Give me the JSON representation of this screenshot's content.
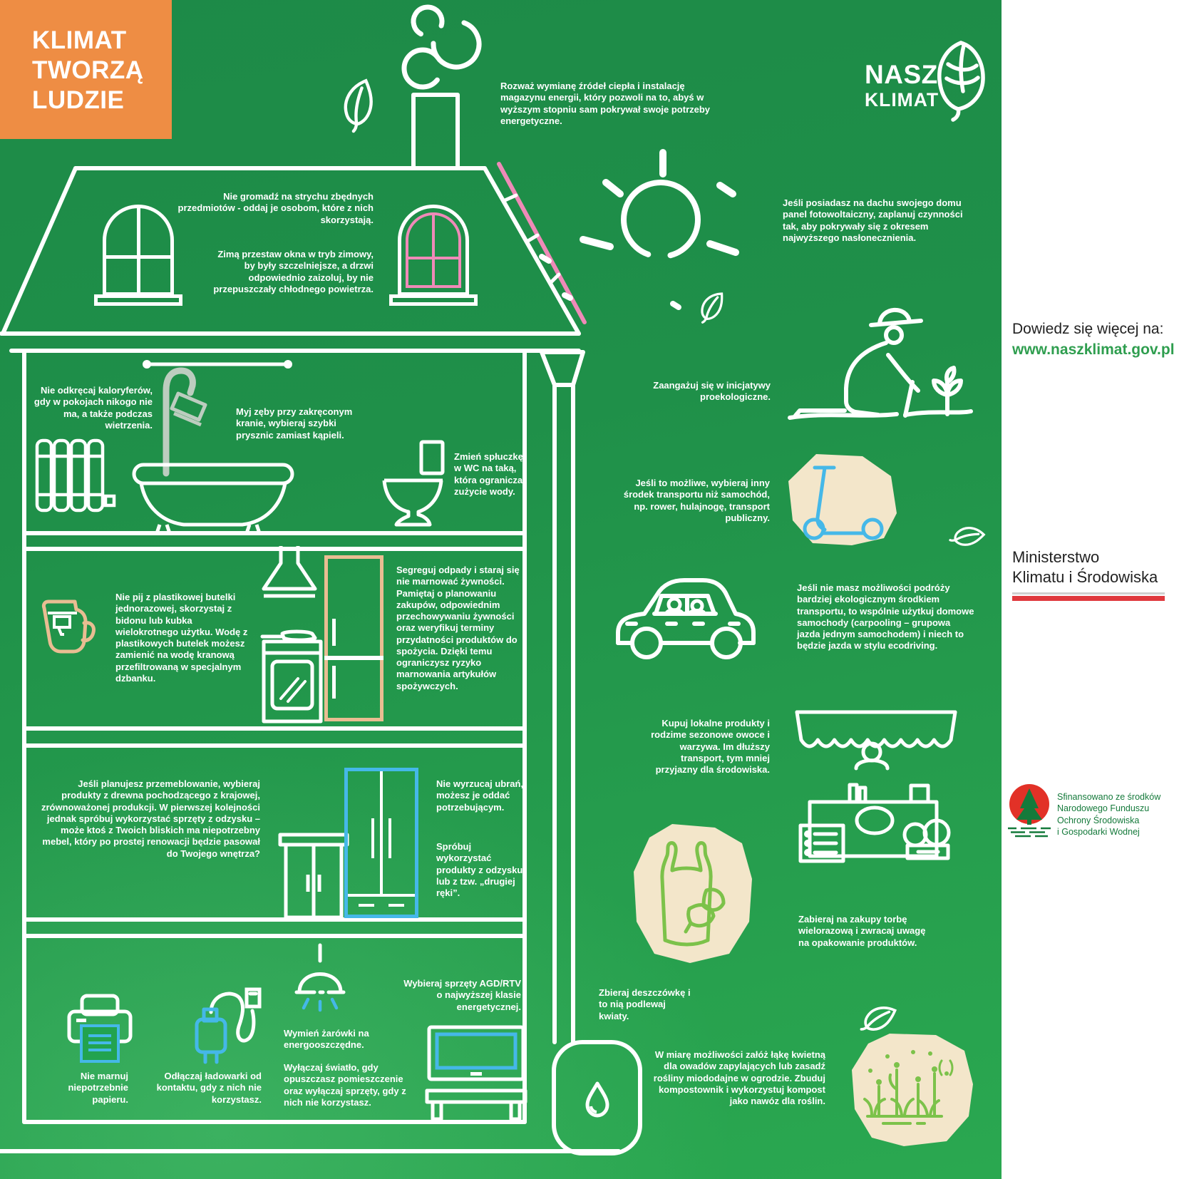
{
  "badge": {
    "lines": [
      "KLIMAT",
      "TWORZĄ",
      "LUDZIE"
    ]
  },
  "brand": {
    "name_top": "NASZ",
    "name_bottom": "KLIMAT"
  },
  "sidebar": {
    "more_label": "Dowiedz się więcej na:",
    "url": "www.naszklimat.gov.pl",
    "ministry_lines": [
      "Ministerstwo",
      "Klimatu i Środowiska"
    ],
    "funding_lines": [
      "Sfinansowano ze środków",
      "Narodowego Funduszu",
      "Ochrony Środowiska",
      "i Gospodarki Wodnej"
    ]
  },
  "tips": {
    "heat_source": "Rozważ wymianę źródeł ciepła i instalację magazynu energii, który pozwoli na to, abyś w wyższym stopniu sam pokrywał swoje potrzeby energetyczne.",
    "attic": "Nie gromadź na strychu zbędnych przedmiotów - oddaj je osobom, które z nich skorzystają.",
    "windows_winter": "Zimą przestaw okna w tryb zimowy, by były szczelniejsze, a drzwi odpowiednio zaizoluj, by nie przepuszczały chłodnego powietrza.",
    "solar_panel": "Jeśli posiadasz na dachu swojego domu panel fotowoltaiczny, zaplanuj czynności tak, aby pokrywały się z okresem najwyższego nasłonecznienia.",
    "radiators": "Nie odkręcaj kaloryferów, gdy w pokojach nikogo nie ma, a także podczas wietrzenia.",
    "teeth": "Myj zęby przy zakręconym kranie, wybieraj szybki prysznic zamiast kąpieli.",
    "toilet": "Zmień spłuczkę w WC na taką, która ogranicza zużycie wody.",
    "eco_initiatives": "Zaangażuj się w inicjatywy proekologiczne.",
    "transport_alt": "Jeśli to możliwe, wybieraj inny środek transportu niż samochód, np. rower, hulajnogę, transport publiczny.",
    "bottle": "Nie pij z plastikowej butelki jednorazowej, skorzystaj z bidonu lub kubka wielokrotnego użytku. Wodę z plastikowych butelek możesz zamienić na wodę kranową przefiltrowaną w specjalnym dzbanku.",
    "waste": "Segreguj odpady i staraj się nie marnować żywności. Pamiętaj o planowaniu zakupów, odpowiednim przechowywaniu żywności oraz weryfikuj terminy przydatności produktów do spożycia. Dzięki temu ograniczysz ryzyko marnowania artykułów spożywczych.",
    "carpooling": "Jeśli nie masz możliwości podróży bardziej ekologicznym środkiem transportu, to wspólnie użytkuj domowe samochody (carpooling – grupowa jazda jednym samochodem) i niech to będzie jazda w stylu ecodriving.",
    "local_products": "Kupuj lokalne produkty i rodzime sezonowe owoce i warzywa. Im dłuższy transport, tym mniej przyjazny dla środowiska.",
    "furniture": "Jeśli planujesz przemeblowanie, wybieraj produkty z drewna pochodzącego z krajowej, zrównoważonej produkcji. W pierwszej kolejności jednak spróbuj wykorzystać sprzęty z odzysku – może ktoś z Twoich bliskich ma niepotrzebny mebel, który po prostej renowacji będzie pasował do Twojego wnętrza?",
    "clothes": "Nie wyrzucaj ubrań, możesz je oddać potrzebującym.",
    "second_hand": "Spróbuj wykorzystać produkty z odzysku lub z tzw. „drugiej ręki”.",
    "reusable_bag": "Zabieraj na zakupy torbę wielorazową i zwracaj uwagę na opakowanie produktów.",
    "paper": "Nie marnuj niepotrzebnie papieru.",
    "chargers": "Odłączaj ładowarki od kontaktu, gdy z nich nie korzystasz.",
    "bulbs": "Wymień żarówki na energooszczędne.",
    "lights_off": "Wyłączaj światło, gdy opuszczasz pomieszczenie oraz wyłączaj sprzęty, gdy z nich nie korzystasz.",
    "appliances": "Wybieraj sprzęty AGD/RTV o najwyższej klasie energetycznej.",
    "rainwater": "Zbieraj deszczówkę i to nią podlewaj kwiaty.",
    "meadow": "W miarę możliwości załóż łąkę kwietną dla owadów zapylających lub zasadź rośliny miododajne w ogrodzie. Zbuduj kompostownik i wykorzystuj kompost jako nawóz dla roślin."
  },
  "colors": {
    "green_dark": "#1d8a48",
    "green_light": "#2aa850",
    "orange": "#ee8d44",
    "pink": "#ef8ab8",
    "blue": "#45b8e8",
    "sand": "#e9bd92",
    "beige": "#f3e6ca",
    "accent_green": "#7cc24a",
    "link_green": "#2f9e4f",
    "flag_red": "#e0393e",
    "logo_red": "#e23127",
    "logo_green": "#157a3b",
    "shower_gray": "#bccdbf"
  },
  "icons": [
    "smoke-icon",
    "leaf-icon",
    "brand-leaf-icon",
    "window-icon",
    "radiator-icon",
    "towel-rail-icon",
    "bathtub-shower-icon",
    "toilet-icon",
    "water-jug-icon",
    "kitchen-hood-icon",
    "stove-icon",
    "fridge-icon",
    "cabinet-icon",
    "wardrobe-icon",
    "printer-icon",
    "charger-icon",
    "lamp-icon",
    "tv-icon",
    "tv-bench-icon",
    "sun-icon",
    "gardener-icon",
    "scooter-icon",
    "car-icon",
    "market-stall-icon",
    "shopping-bag-icon",
    "meadow-icon",
    "rain-barrel-icon",
    "water-drop-icon",
    "nfos-emblem-icon",
    "flag-underline"
  ]
}
